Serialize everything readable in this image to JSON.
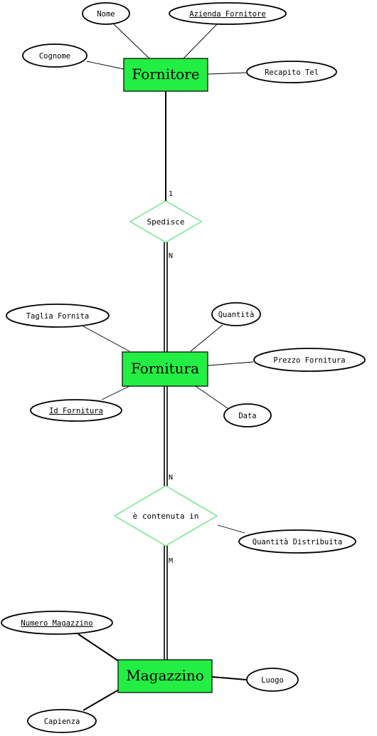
{
  "entities": {
    "fornitore": "Fornitore",
    "fornitura": "Fornitura",
    "magazzino": "Magazzino"
  },
  "relationships": {
    "spedisce": "Spedisce",
    "contenuta_in": "è contenuta in"
  },
  "attributes": {
    "nome": "Nome",
    "azienda_fornitore": "Azienda Fornitore",
    "cognome": "Cognome",
    "recapito_tel": "Recapito Tel",
    "taglia_fornita": "Taglia Fornita",
    "quantita": "Quantità",
    "prezzo_fornitura": "Prezzo Fornitura",
    "id_fornitura": "Id Fornitura",
    "data": "Data",
    "quantita_distribuita": "Quantità Distribuita",
    "numero_magazzino": "Numero Magazzino",
    "luogo": "Luogo",
    "capienza": "Capienza"
  },
  "cardinalities": {
    "fornitore_spedisce": "1",
    "spedisce_fornitura": "N",
    "fornitura_contenuta": "N",
    "contenuta_magazzino": "M"
  },
  "colors": {
    "entity_fill": "#22ee44",
    "relationship_stroke": "#33dd55",
    "line": "#000000"
  }
}
